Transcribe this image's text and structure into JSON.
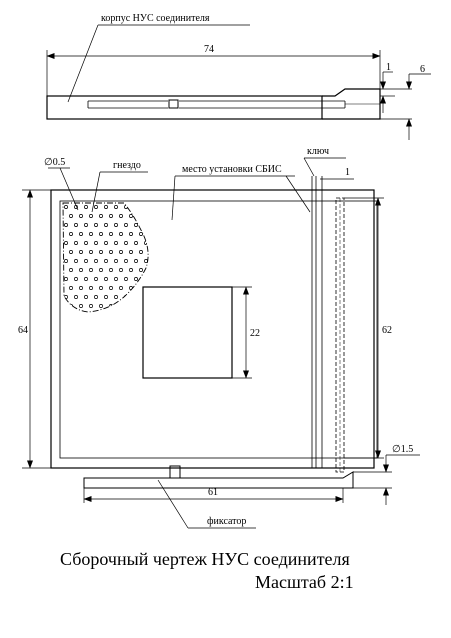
{
  "labels": {
    "housing": "корпус НУС соединителя",
    "socket_hole": "∅0.5",
    "socket": "гнездо",
    "chip_place": "место установки СБИС",
    "key": "ключ",
    "fixer": "фиксатор"
  },
  "dimensions": {
    "top_length": "74",
    "top_small": "1",
    "top_height": "6",
    "key_offset": "1",
    "height": "64",
    "chip_size": "22",
    "inner_height": "62",
    "pin_diameter": "∅1.5",
    "bottom_length": "61"
  },
  "caption": {
    "title": "Сборочный чертеж НУС соединителя",
    "scale": "Масштаб 2:1"
  }
}
